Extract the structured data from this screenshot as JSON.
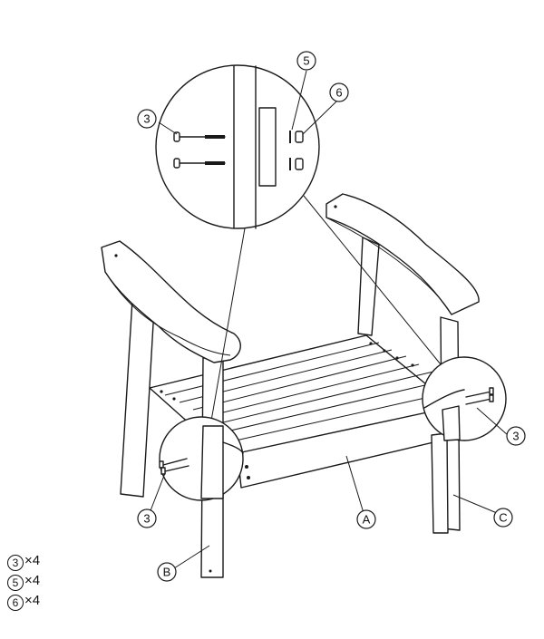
{
  "colors": {
    "line": "#1a1a1a",
    "background": "#ffffff"
  },
  "callouts": {
    "detail_part_3": "3",
    "detail_part_5": "5",
    "detail_part_6": "6",
    "right_part_3": "3",
    "left_part_3": "3",
    "part_a": "A",
    "part_b": "B",
    "part_c": "C"
  },
  "legend": [
    {
      "number": "3",
      "quantity": "×4"
    },
    {
      "number": "5",
      "quantity": "×4"
    },
    {
      "number": "6",
      "quantity": "×4"
    }
  ]
}
